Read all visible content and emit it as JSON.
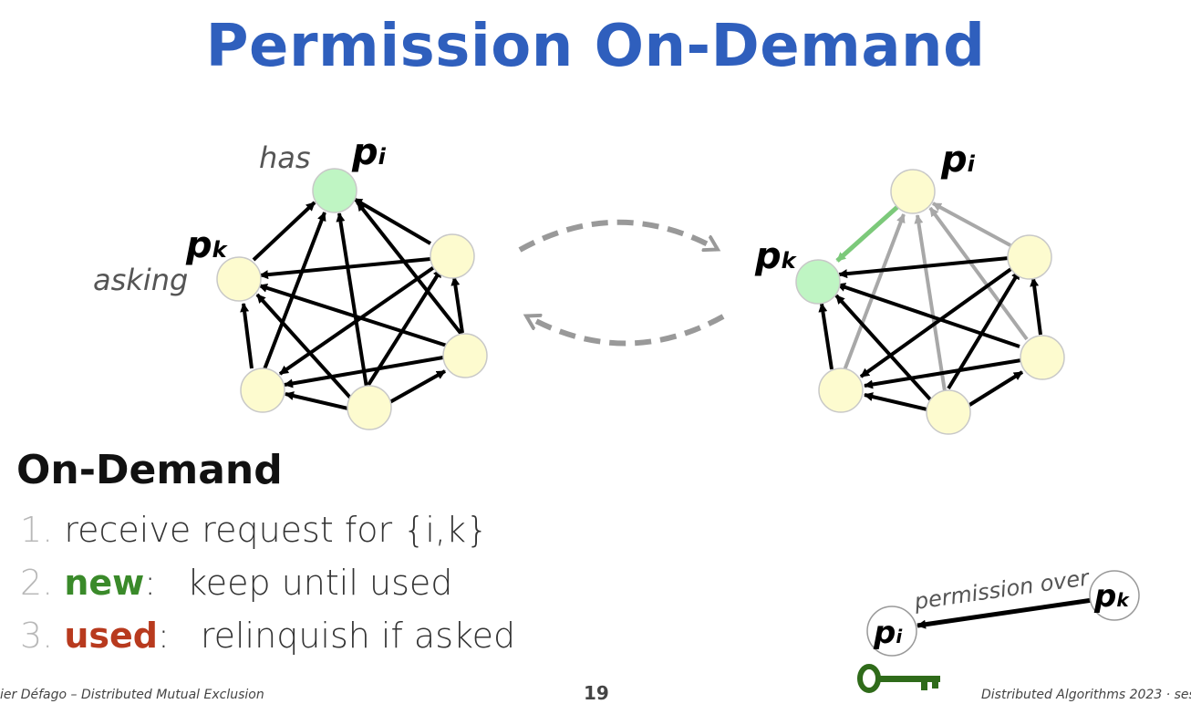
{
  "title": "Permission On-Demand",
  "left_graph": {
    "label_has": "has",
    "label_pi": "p",
    "label_pi_sub": "i",
    "label_pk": "p",
    "label_pk_sub": "k",
    "label_asking": "asking"
  },
  "right_graph": {
    "label_pi": "p",
    "label_pi_sub": "i",
    "label_pk": "p",
    "label_pk_sub": "k"
  },
  "section_heading": "On-Demand",
  "steps": [
    {
      "num": "1.",
      "keyword": "",
      "text": "receive request for {i,k}"
    },
    {
      "num": "2.",
      "keyword": "new",
      "text": "keep until used"
    },
    {
      "num": "3.",
      "keyword": "used",
      "text": "relinquish if asked"
    }
  ],
  "legend": {
    "caption": "permission over",
    "node_i": "p",
    "node_i_sub": "i",
    "node_k": "p",
    "node_k_sub": "k",
    "key_icon": "key-icon"
  },
  "footer": {
    "left": "ier Défago – Distributed Mutual Exclusion",
    "page": "19",
    "right": "Distributed Algorithms 2023 · ses"
  },
  "colors": {
    "title": "#2f5fbd",
    "node_yellow": "#fdfbcf",
    "node_green": "#bff5c3",
    "edge_black": "#000000",
    "edge_gray": "#a8a8a8",
    "edge_green": "#7cc97a",
    "new": "#3a8a2a",
    "used": "#b83a1e",
    "key": "#2f6b1a"
  }
}
